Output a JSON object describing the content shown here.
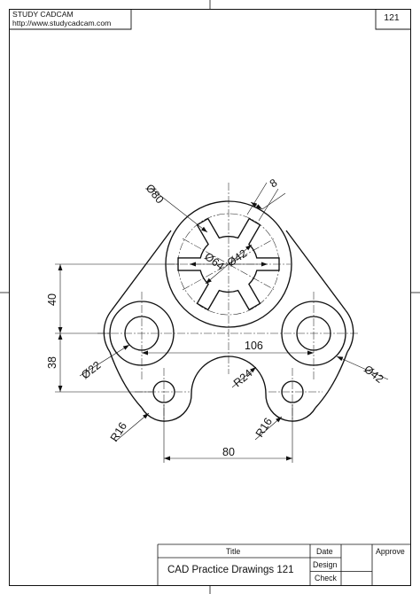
{
  "header": {
    "company": "STUDY CADCAM",
    "url": "http://www.studycadcam.com",
    "sheet_number": "121"
  },
  "dimensions": {
    "outer_dia": "Ø80",
    "slot_width": "8",
    "dia_64": "Ø64",
    "dia_42": "Ø42",
    "v40": "40",
    "v38": "38",
    "h106": "106",
    "left_hole_dia": "Ø22",
    "right_hole_dia": "Ø42",
    "r24": "R24",
    "left_r16": "R16",
    "right_r16": "R16",
    "h80": "80"
  },
  "title_block": {
    "title_header": "Title",
    "title_value": "CAD Practice Drawings 121",
    "date_label": "Date",
    "design_label": "Design",
    "check_label": "Check",
    "approve_label": "Approve"
  },
  "colors": {
    "line": "#111111",
    "background": "#ffffff"
  }
}
